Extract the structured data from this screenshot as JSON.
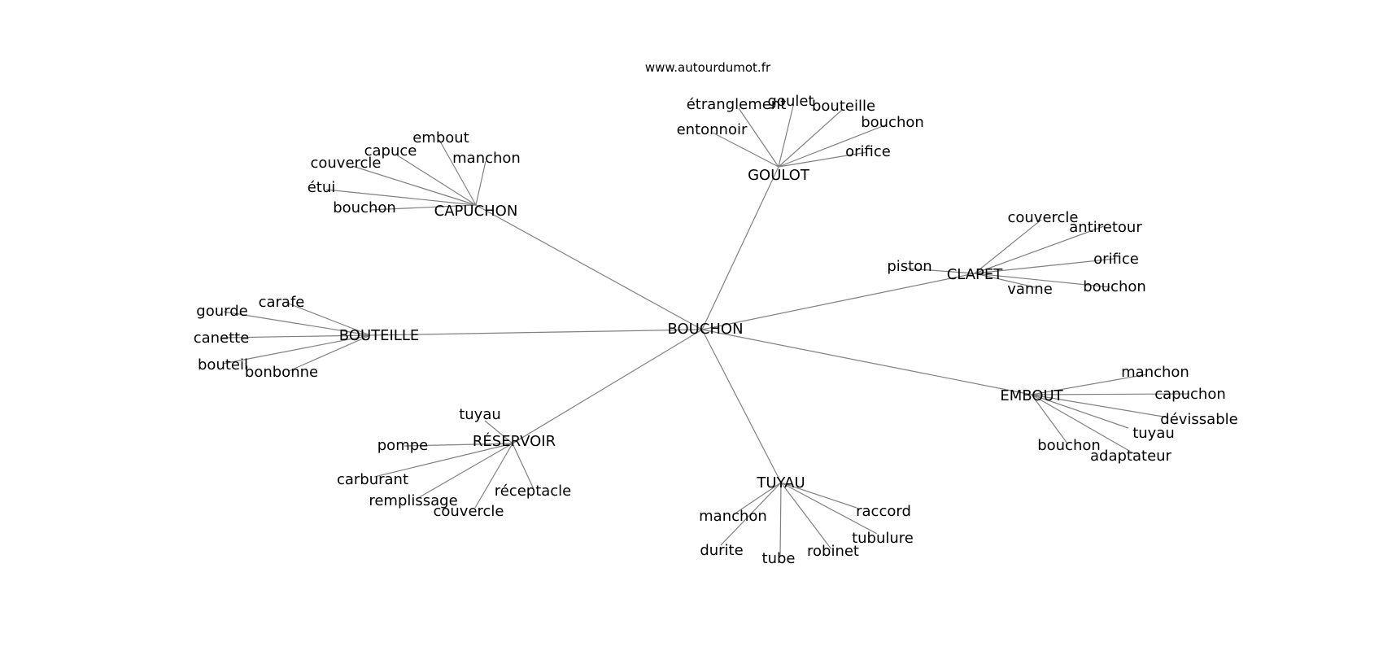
{
  "site": "www.autourdumot.fr",
  "center": "BOUCHON",
  "colors": {
    "edge": "#808080",
    "text": "#000000",
    "background": "#ffffff"
  },
  "hubs": [
    {
      "id": "goulot",
      "label": "GOULOT",
      "leaves": [
        "étranglement",
        "goulet",
        "bouteille",
        "bouchon",
        "entonnoir",
        "orifice"
      ]
    },
    {
      "id": "capuchon",
      "label": "CAPUCHON",
      "leaves": [
        "embout",
        "capuce",
        "manchon",
        "couvercle",
        "étui",
        "bouchon"
      ]
    },
    {
      "id": "clapet",
      "label": "CLAPET",
      "leaves": [
        "couvercle",
        "antiretour",
        "piston",
        "orifice",
        "vanne",
        "bouchon"
      ]
    },
    {
      "id": "bouteille",
      "label": "BOUTEILLE",
      "leaves": [
        "carafe",
        "gourde",
        "canette",
        "bouteil",
        "bonbonne"
      ]
    },
    {
      "id": "embout",
      "label": "EMBOUT",
      "leaves": [
        "manchon",
        "capuchon",
        "dévissable",
        "tuyau",
        "bouchon",
        "adaptateur"
      ]
    },
    {
      "id": "reservoir",
      "label": "RÉSERVOIR",
      "leaves": [
        "tuyau",
        "pompe",
        "carburant",
        "remplissage",
        "couvercle",
        "réceptacle"
      ]
    },
    {
      "id": "tuyau",
      "label": "TUYAU",
      "leaves": [
        "manchon",
        "raccord",
        "tubulure",
        "durite",
        "tube",
        "robinet"
      ]
    }
  ]
}
